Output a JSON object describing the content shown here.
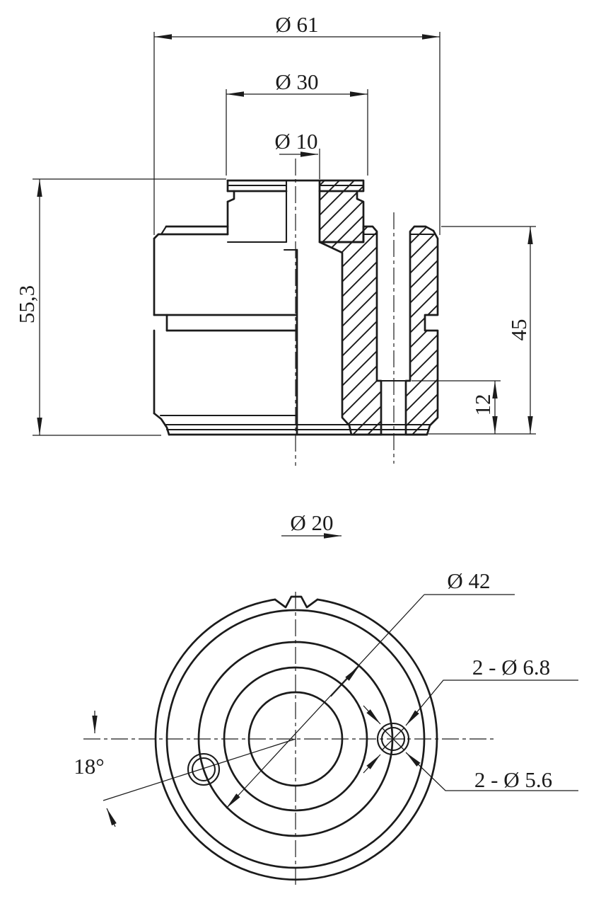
{
  "drawing": {
    "background": "#ffffff",
    "line_color": "#1b1b1b",
    "section_view": {
      "dims": {
        "outer_diameter": "Ø 61",
        "boss_diameter": "Ø 30",
        "small_bore": "Ø 10",
        "total_height": "55,3",
        "body_height": "45",
        "hole_step_depth": "12",
        "main_bore": "Ø 20"
      }
    },
    "top_view": {
      "dims": {
        "bolt_circle": "Ø 42",
        "counterbore_holes": "2 - Ø 6.8",
        "through_holes": "2 - Ø 5.6",
        "hole_angle": "18°"
      }
    }
  }
}
